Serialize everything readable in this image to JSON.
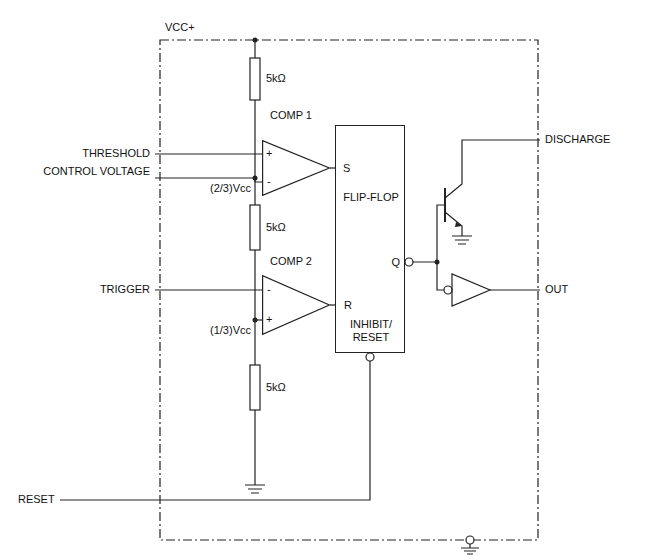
{
  "diagram": {
    "nodes": [
      {
        "text": [
          "COMP 1",
          "+",
          "-"
        ]
      },
      {
        "text": [
          "S",
          "FLIP-FLOP",
          "Q",
          "R",
          "INHIBIT/ RESET"
        ]
      },
      {
        "text": [
          "COMP 2",
          "-",
          "+"
        ]
      }
    ],
    "edges": [
      {
        "from": 0,
        "to": 1,
        "arrow": "none"
      },
      {
        "from": 2,
        "to": 1,
        "arrow": "none"
      }
    ],
    "labels": [
      "VCC+",
      "THRESHOLD",
      "CONTROL VOLTAGE",
      "(2/3)Vcc",
      "5kΩ",
      "5kΩ",
      "TRIGGER",
      "(1/3)Vcc",
      "5kΩ",
      "RESET",
      "DISCHARGE",
      "OUT"
    ]
  }
}
